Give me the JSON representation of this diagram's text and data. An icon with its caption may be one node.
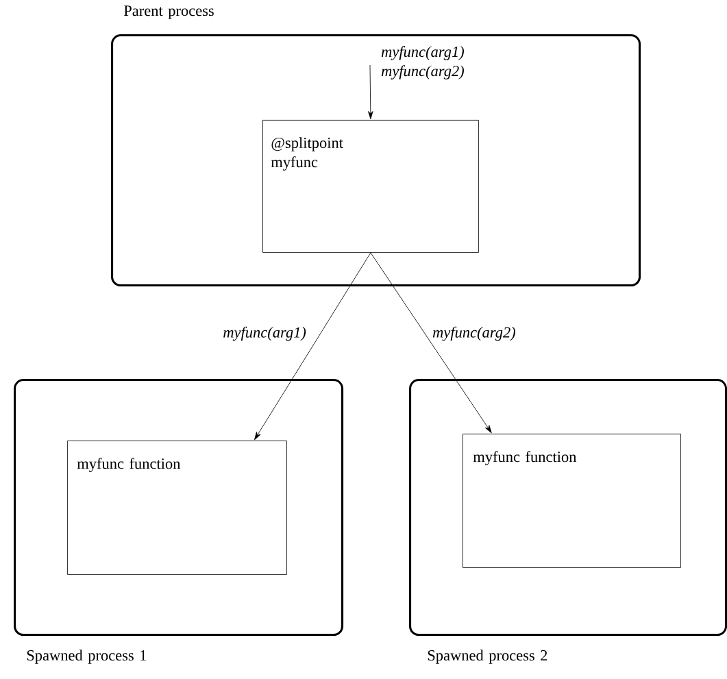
{
  "diagram": {
    "nodes": [
      {
        "text": [
          "Parent process"
        ]
      },
      {
        "text": [
          "@splitpoint myfunc"
        ],
        "in": 0
      },
      {
        "text": [
          "Spawned process 1"
        ]
      },
      {
        "text": [
          "myfunc function"
        ],
        "in": 2
      },
      {
        "text": [
          "Spawned process 2"
        ]
      },
      {
        "text": [
          "myfunc function"
        ],
        "in": 4
      }
    ],
    "edges": [
      {
        "from": null,
        "to": 1,
        "arrow": "to",
        "label": "myfunc(arg1) myfunc(arg2)"
      },
      {
        "from": 1,
        "to": 3,
        "arrow": "to",
        "label": "myfunc(arg1)"
      },
      {
        "from": 1,
        "to": 5,
        "arrow": "to",
        "label": "myfunc(arg2)"
      }
    ]
  }
}
